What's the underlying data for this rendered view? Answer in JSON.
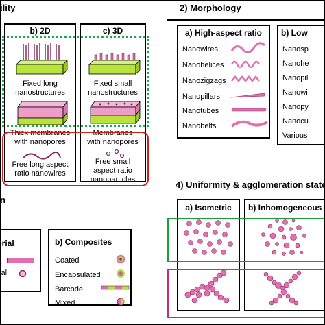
{
  "sections": {
    "dimensionality_title": "ility",
    "morphology_title": "2) Morphology",
    "uniformity_title": "4) Uniformity & agglomeration state",
    "composition_title": "n"
  },
  "dimensionality": {
    "col_2d": {
      "header": "b) 2D",
      "item1": [
        "Fixed long",
        "nanostructures"
      ],
      "item2": [
        "Thick membranes",
        "with nanopores"
      ],
      "item3": [
        "Free long aspect",
        "ratio nanowires"
      ]
    },
    "col_3d": {
      "header": "c) 3D",
      "item1": [
        "Fixed small",
        "nanostructures"
      ],
      "item2": [
        "Membranes",
        "with nanopores"
      ],
      "item3": [
        "Free small",
        "aspect ratio",
        "nanoparticles"
      ]
    }
  },
  "morphology": {
    "high_aspect": {
      "header": "a) High-aspect ratio",
      "items": [
        "Nanowires",
        "Nanohelices",
        "Nanozigzags",
        "Nanopillars",
        "Nanotubes",
        "Nanobelts"
      ]
    },
    "low_aspect": {
      "header": "b) Low",
      "items": [
        "Nanosp",
        "Nanohe",
        "Nanopil",
        "Nanowi",
        "Nanopy",
        "Nanocu",
        "Various"
      ]
    }
  },
  "composition": {
    "material_header": "erial",
    "material_row2": "cal",
    "composites": {
      "header": "b) Composites",
      "items": [
        "Coated",
        "Encapsulated",
        "Barcode",
        "Mixed"
      ]
    }
  },
  "uniformity": {
    "isometric": "a) Isometric",
    "inhomogeneous": "b) Inhomogeneous"
  },
  "colors": {
    "pink": "#e070b0",
    "pink_dark": "#8a2a5a",
    "green_body": "#b8e23c",
    "green_dash": "#1aa84a",
    "red_box": "#cc1f1f",
    "green_box": "#1d9a3a",
    "magenta_box": "#c0307a"
  }
}
